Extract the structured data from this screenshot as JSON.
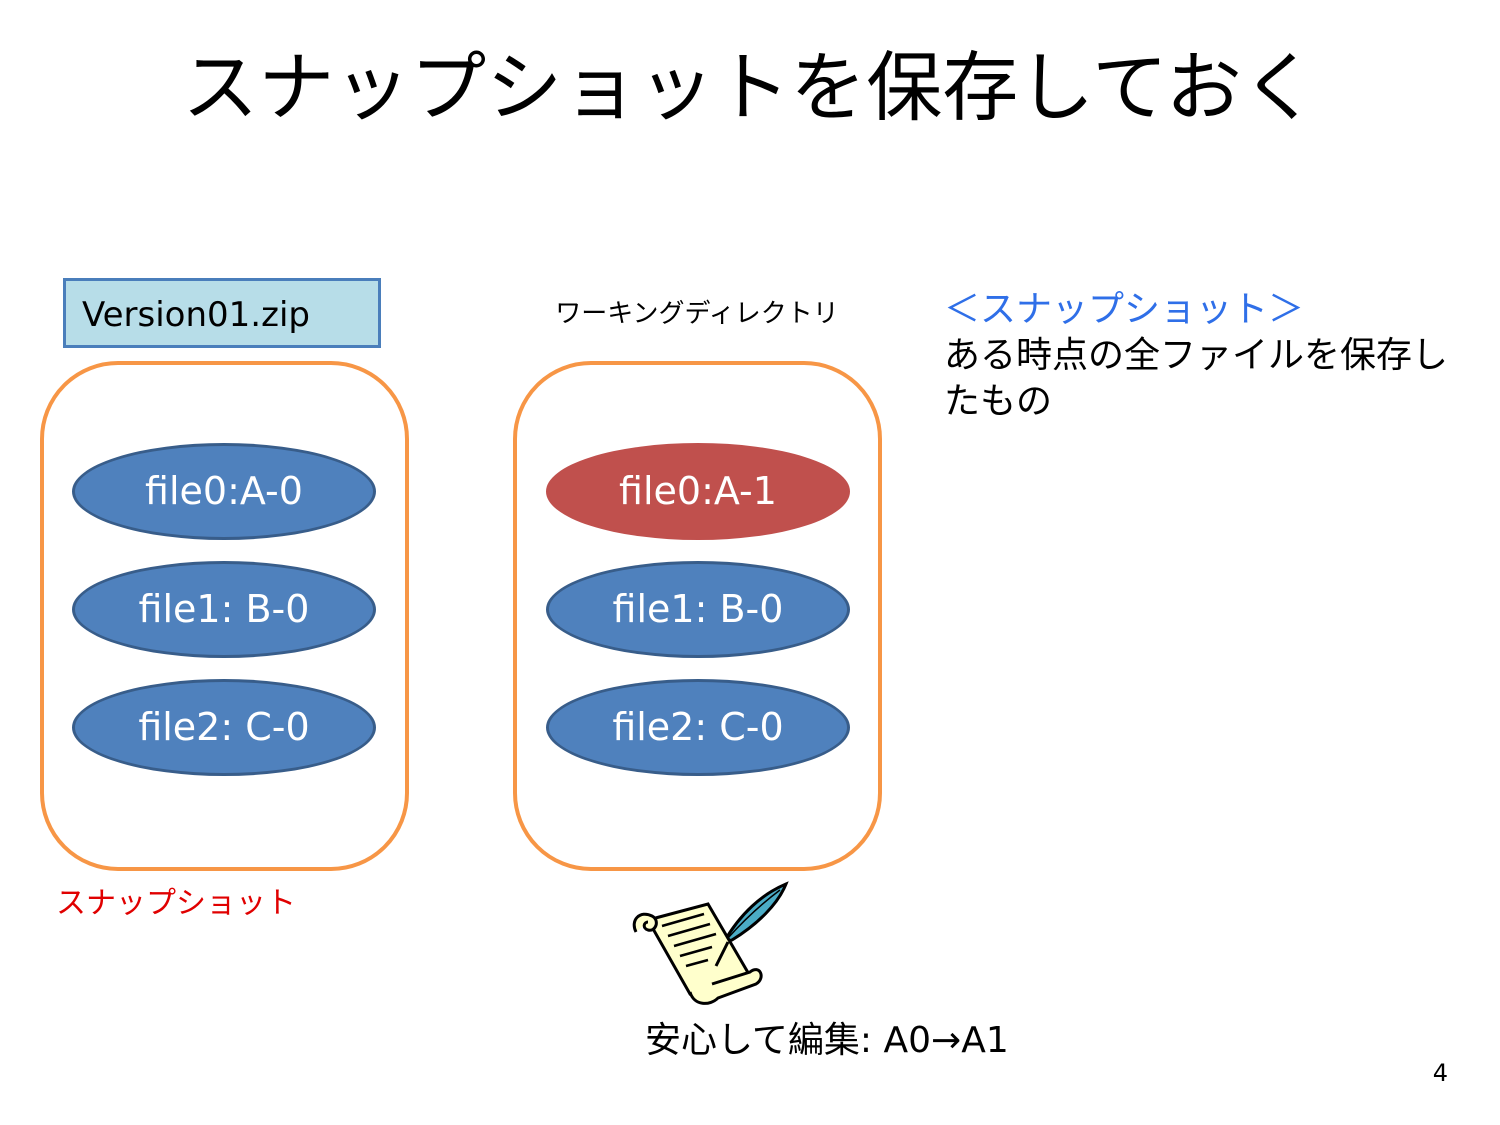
{
  "slide": {
    "title": "スナップショットを保存しておく",
    "page_number": "4"
  },
  "snapshot": {
    "zip_label": "Version01.zip",
    "caption": "スナップショット",
    "files": [
      {
        "label": "file0:A-0",
        "color": "#4f81bd"
      },
      {
        "label": "file1: B-0",
        "color": "#4f81bd"
      },
      {
        "label": "file2: C-0",
        "color": "#4f81bd"
      }
    ]
  },
  "working_directory": {
    "label": "ワーキングディレクトリ",
    "files": [
      {
        "label": "file0:A-1",
        "color": "#c0504d"
      },
      {
        "label": "file1: B-0",
        "color": "#4f81bd"
      },
      {
        "label": "file2: C-0",
        "color": "#4f81bd"
      }
    ]
  },
  "definition": {
    "heading": "＜スナップショット＞",
    "body": "ある時点の全ファイルを保存したもの"
  },
  "edit": {
    "caption": "安心して編集: A0→A1",
    "icon": "scroll-quill-icon"
  },
  "colors": {
    "container_border": "#f79646",
    "file_blue": "#4f81bd",
    "file_modified": "#c0504d",
    "zip_fill": "#b7dde8",
    "definition_heading": "#2f6fe8",
    "snapshot_caption": "#e00000"
  }
}
